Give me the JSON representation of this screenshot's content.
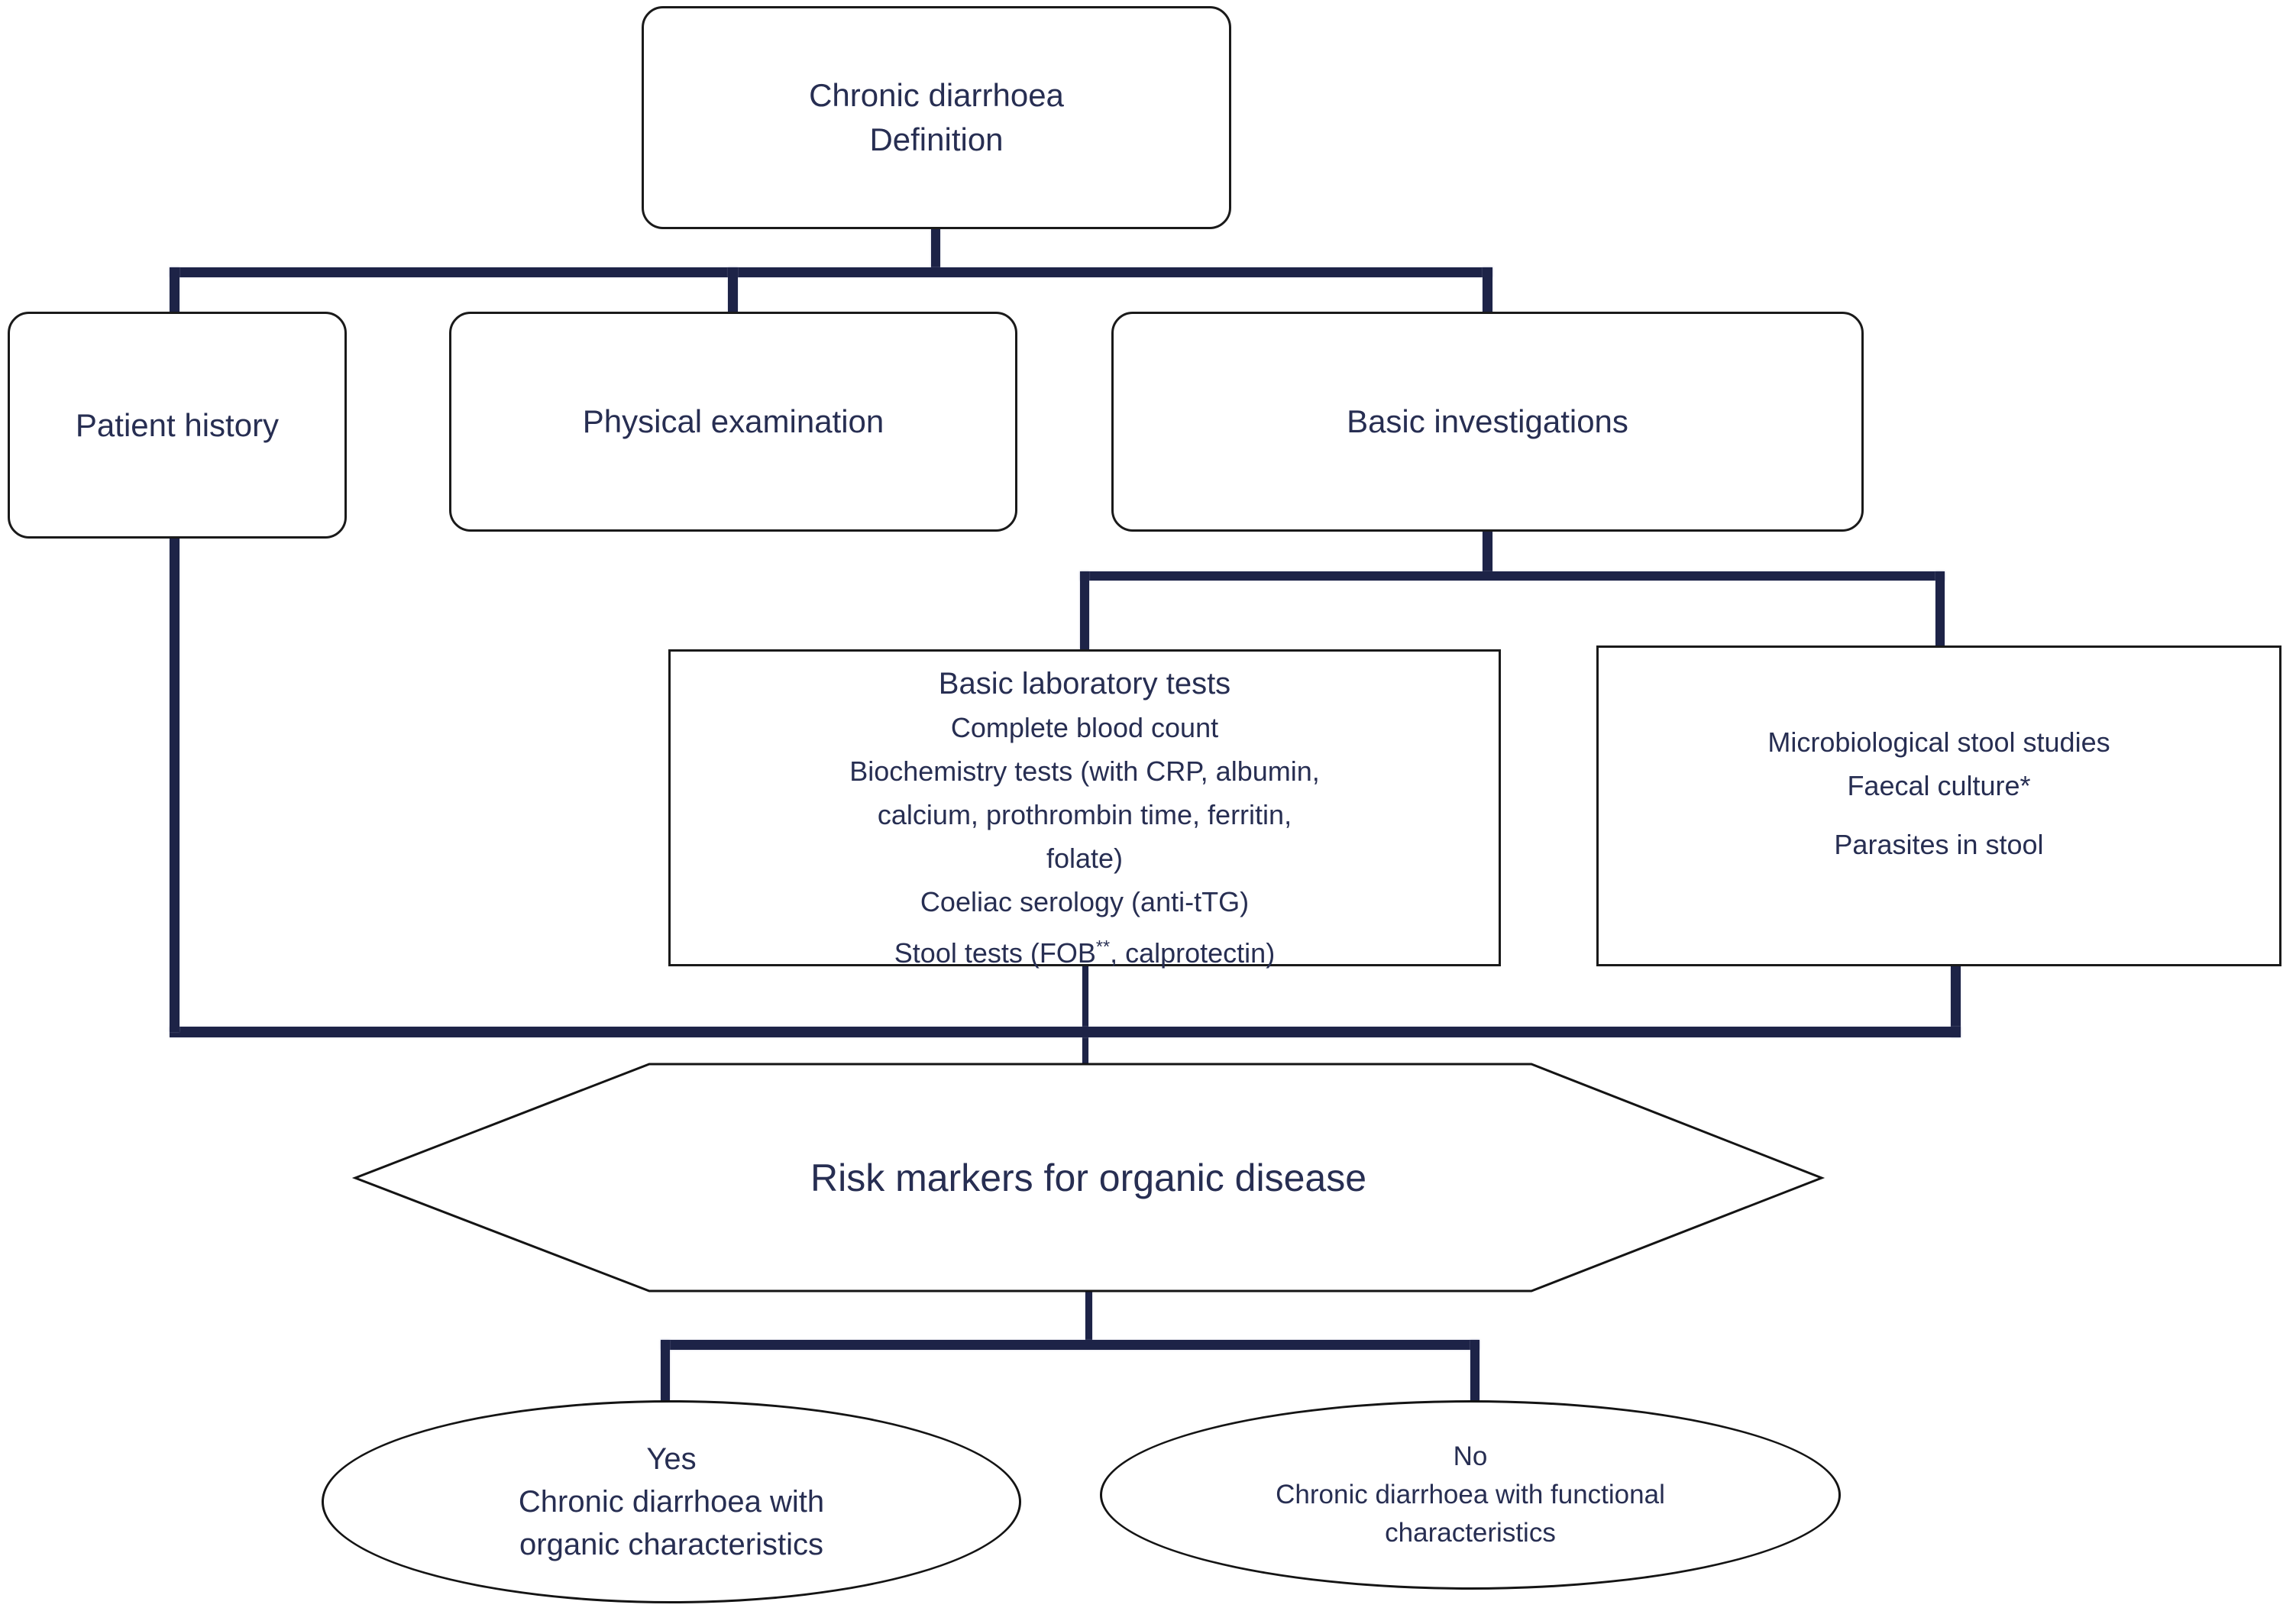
{
  "colors": {
    "connector": "#1d2347",
    "box_border": "#1a1a1a",
    "shape_border": "#141414",
    "text": "#272e52",
    "background": "#ffffff"
  },
  "nodes": {
    "definition": {
      "line1": "Chronic diarrhoea",
      "line2": "Definition"
    },
    "patient": {
      "label": "Patient history"
    },
    "physical": {
      "label": "Physical examination"
    },
    "investigations": {
      "label": "Basic investigations"
    },
    "lab": {
      "title": "Basic laboratory tests",
      "line1": "Complete blood count",
      "line2": "Biochemistry tests (with CRP, albumin,",
      "line3": "calcium, prothrombin time, ferritin,",
      "line4": "folate)",
      "line5": "Coeliac serology (anti-tTG)",
      "stool_pre": "Stool tests (FOB",
      "stool_sup": "**",
      "stool_post": ", calprotectin)"
    },
    "micro": {
      "line1": "Microbiological stool studies",
      "line2": "Faecal culture*",
      "line3": "Parasites in stool"
    },
    "risk": {
      "label": "Risk markers for organic disease"
    },
    "yes": {
      "line1": "Yes",
      "line2": "Chronic diarrhoea with",
      "line3": "organic characteristics"
    },
    "no": {
      "line1": "No",
      "line2": "Chronic diarrhoea with functional",
      "line3": "characteristics"
    }
  }
}
